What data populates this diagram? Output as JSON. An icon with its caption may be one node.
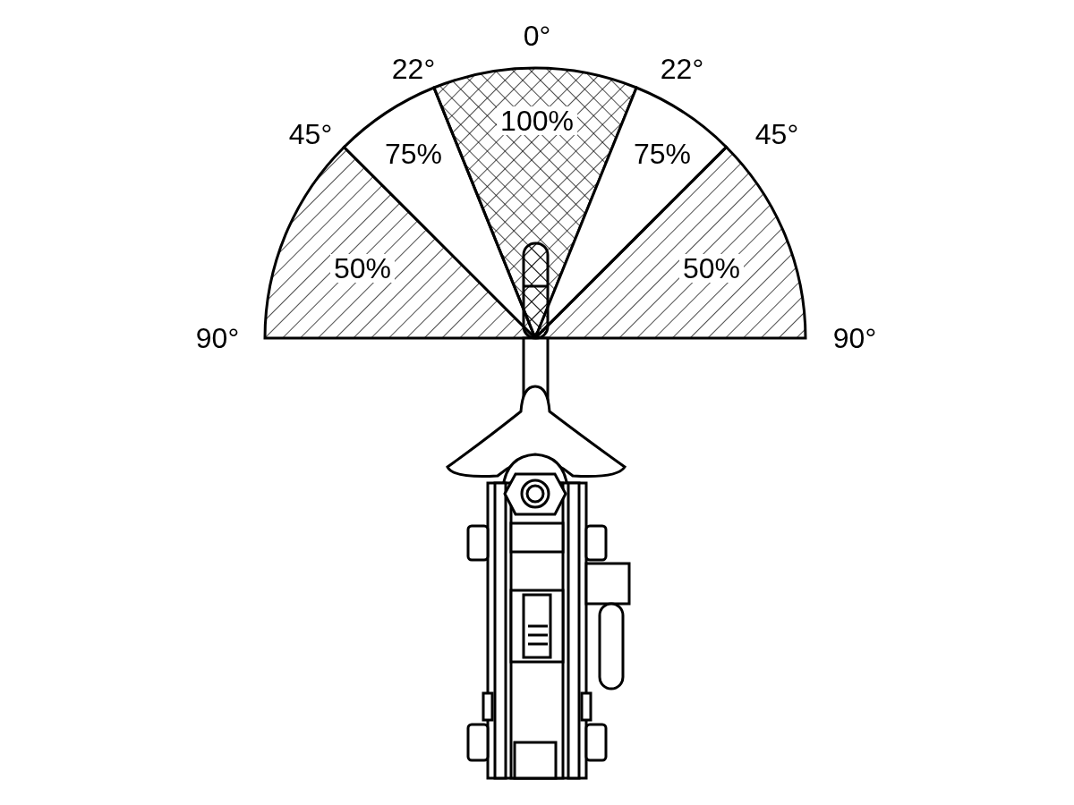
{
  "diagram": {
    "labels": [
      "0°",
      "22°",
      "22°",
      "45°",
      "100%",
      "75%",
      "75%",
      "45°",
      "50%",
      "50%",
      "90°",
      "90°"
    ]
  }
}
